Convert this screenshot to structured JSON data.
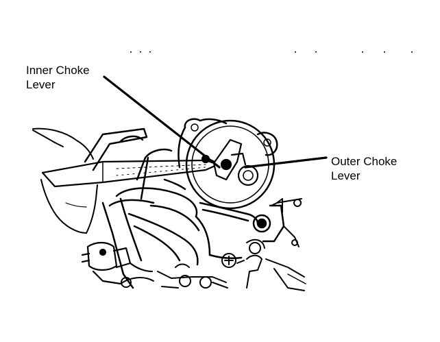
{
  "labels": {
    "inner_choke": {
      "line1": "Inner Choke",
      "line2": "Lever"
    },
    "outer_choke": {
      "line1": "Outer Choke",
      "line2": "Lever"
    }
  },
  "colors": {
    "ink": "#000000",
    "paper": "#ffffff"
  }
}
